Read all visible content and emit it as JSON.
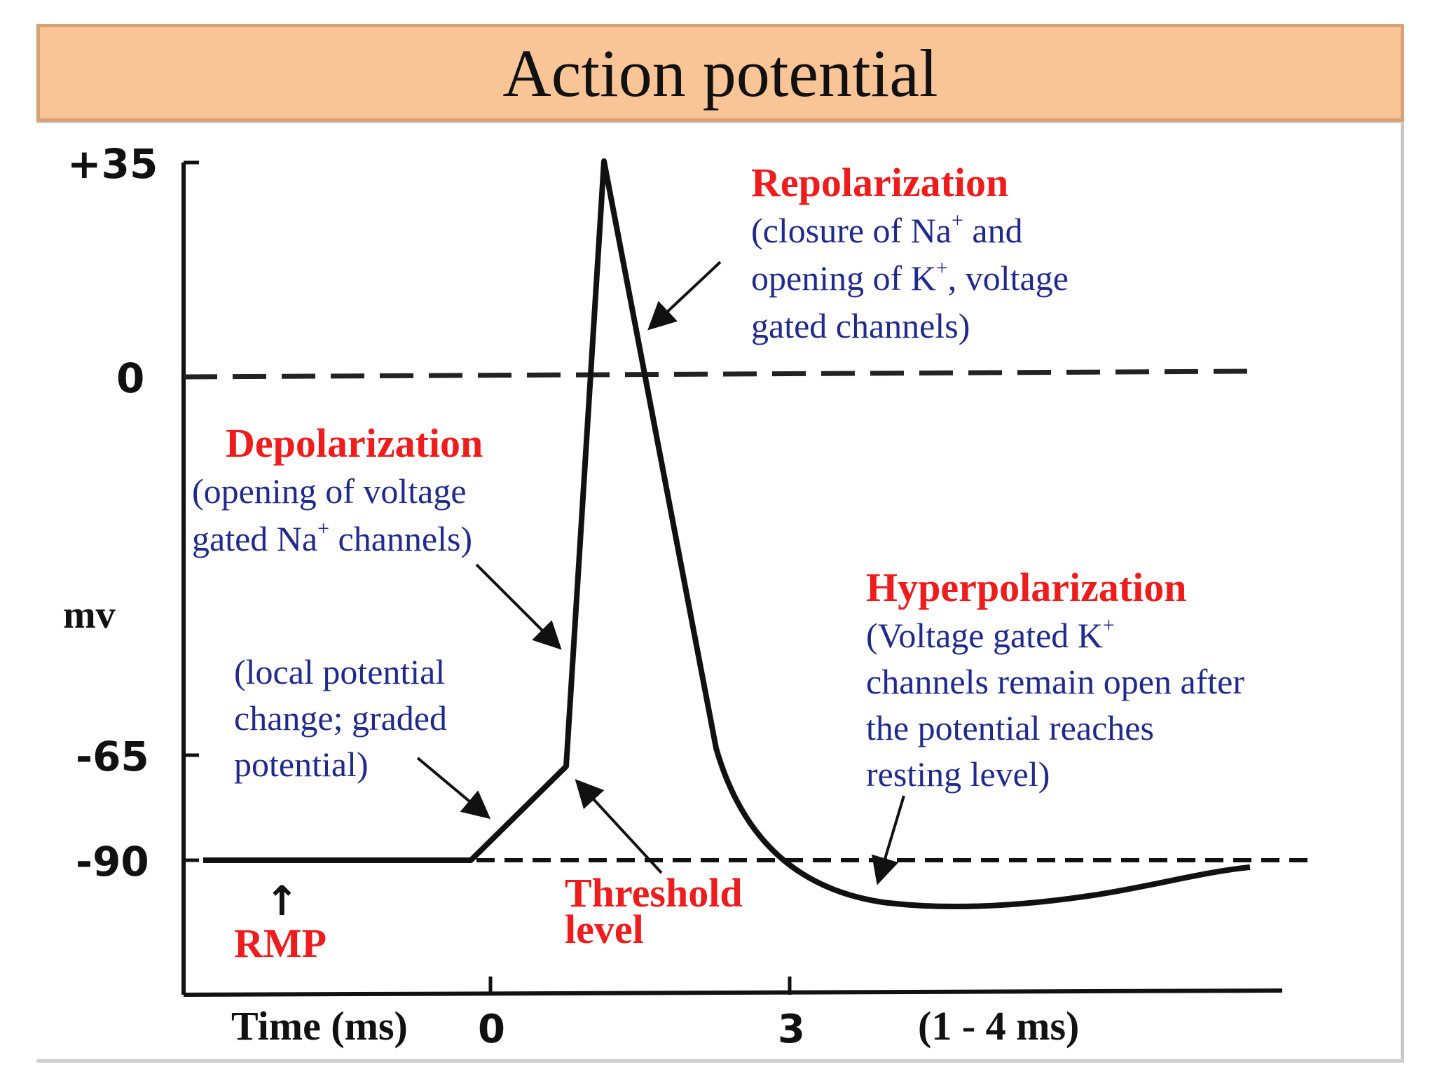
{
  "title": "Action potential",
  "axis": {
    "y_label": "mv",
    "y_ticks": [
      "+35",
      "0",
      "-65",
      "-90"
    ],
    "x_label": "Time (ms)",
    "x_ticks": [
      "0",
      "3"
    ],
    "x_range_note": "(1 - 4 ms)"
  },
  "labels": {
    "repolarization": {
      "heading": "Repolarization",
      "line1_a": "(closure of Na",
      "line1_sup": "+",
      "line1_b": " and",
      "line2_a": "opening of K",
      "line2_sup": "+",
      "line2_b": ", voltage",
      "line3": "gated channels)"
    },
    "depolarization": {
      "heading": "Depolarization",
      "line1": "(opening of voltage",
      "line2_a": "gated Na",
      "line2_sup": "+",
      "line2_b": " channels)"
    },
    "hyperpolarization": {
      "heading": "Hyperpolarization",
      "line1_a": "(Voltage gated K",
      "line1_sup": "+",
      "line2": "channels remain open after",
      "line3": "the potential reaches",
      "line4": "resting level)"
    },
    "local": {
      "line1": "(local potential",
      "line2": "change; graded",
      "line3": "potential)"
    },
    "threshold": {
      "line1": "Threshold",
      "line2": "level"
    },
    "rmp": {
      "arrow": "↑",
      "text": "RMP"
    }
  },
  "colors": {
    "heading": "#ee1c1c",
    "note": "#1f2a8c",
    "title_bg": "#f9c597"
  }
}
